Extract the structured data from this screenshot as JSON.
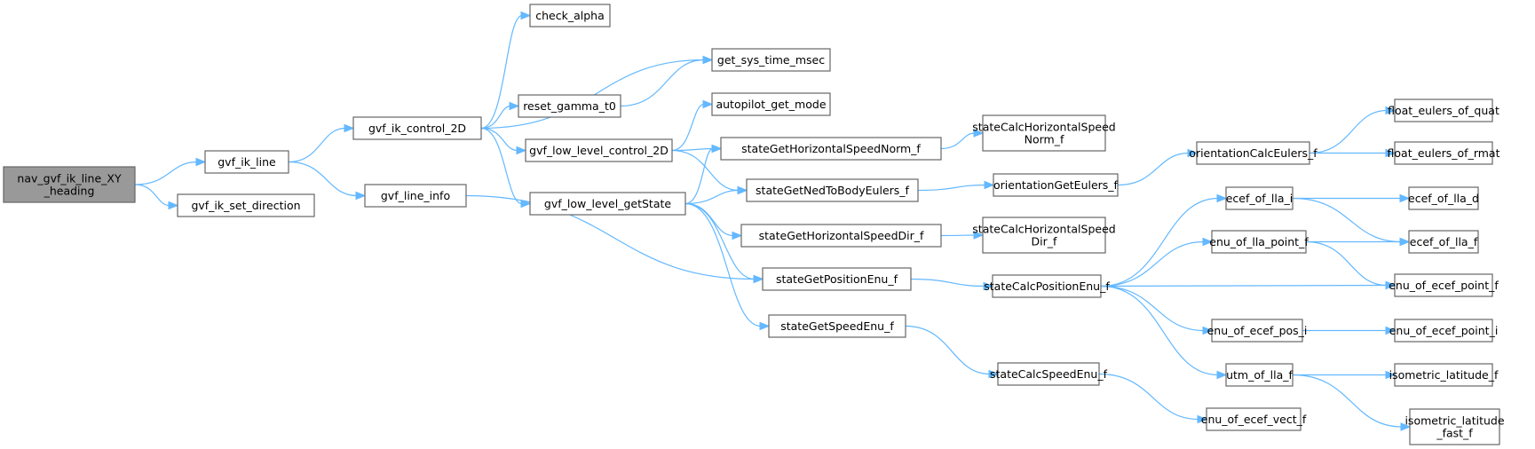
{
  "title": "Call graph: nav_gvf_ik_line_XY_heading",
  "colors": {
    "edge": "#63b8ff",
    "root_fill": "#999999",
    "node_border": "#666666"
  },
  "nodes": [
    {
      "id": "root",
      "lines": [
        "nav_gvf_ik_line_XY",
        "_heading"
      ],
      "root": true
    },
    {
      "id": "gvf_ik_line",
      "lines": [
        "gvf_ik_line"
      ]
    },
    {
      "id": "gvf_ik_set_direction",
      "lines": [
        "gvf_ik_set_direction"
      ]
    },
    {
      "id": "gvf_ik_control_2D",
      "lines": [
        "gvf_ik_control_2D"
      ]
    },
    {
      "id": "gvf_line_info",
      "lines": [
        "gvf_line_info"
      ]
    },
    {
      "id": "check_alpha",
      "lines": [
        "check_alpha"
      ]
    },
    {
      "id": "reset_gamma_t0",
      "lines": [
        "reset_gamma_t0"
      ]
    },
    {
      "id": "gvf_low_level_control_2D",
      "lines": [
        "gvf_low_level_control_2D"
      ]
    },
    {
      "id": "gvf_low_level_getState",
      "lines": [
        "gvf_low_level_getState"
      ]
    },
    {
      "id": "get_sys_time_msec",
      "lines": [
        "get_sys_time_msec"
      ]
    },
    {
      "id": "autopilot_get_mode",
      "lines": [
        "autopilot_get_mode"
      ]
    },
    {
      "id": "stateGetHorizontalSpeedNorm_f",
      "lines": [
        "stateGetHorizontalSpeedNorm_f"
      ]
    },
    {
      "id": "stateGetNedToBodyEulers_f",
      "lines": [
        "stateGetNedToBodyEulers_f"
      ]
    },
    {
      "id": "stateGetHorizontalSpeedDir_f",
      "lines": [
        "stateGetHorizontalSpeedDir_f"
      ]
    },
    {
      "id": "stateGetPositionEnu_f",
      "lines": [
        "stateGetPositionEnu_f"
      ]
    },
    {
      "id": "stateGetSpeedEnu_f",
      "lines": [
        "stateGetSpeedEnu_f"
      ]
    },
    {
      "id": "stateCalcHorizontalSpeedNorm_f",
      "lines": [
        "stateCalcHorizontalSpeed",
        "Norm_f"
      ]
    },
    {
      "id": "orientationGetEulers_f",
      "lines": [
        "orientationGetEulers_f"
      ]
    },
    {
      "id": "stateCalcHorizontalSpeedDir_f",
      "lines": [
        "stateCalcHorizontalSpeed",
        "Dir_f"
      ]
    },
    {
      "id": "stateCalcPositionEnu_f",
      "lines": [
        "stateCalcPositionEnu_f"
      ]
    },
    {
      "id": "stateCalcSpeedEnu_f",
      "lines": [
        "stateCalcSpeedEnu_f"
      ]
    },
    {
      "id": "orientationCalcEulers_f",
      "lines": [
        "orientationCalcEulers_f"
      ]
    },
    {
      "id": "ecef_of_lla_i",
      "lines": [
        "ecef_of_lla_i"
      ]
    },
    {
      "id": "enu_of_lla_point_f",
      "lines": [
        "enu_of_lla_point_f"
      ]
    },
    {
      "id": "enu_of_ecef_pos_i",
      "lines": [
        "enu_of_ecef_pos_i"
      ]
    },
    {
      "id": "utm_of_lla_f",
      "lines": [
        "utm_of_lla_f"
      ]
    },
    {
      "id": "enu_of_ecef_vect_f",
      "lines": [
        "enu_of_ecef_vect_f"
      ]
    },
    {
      "id": "float_eulers_of_quat",
      "lines": [
        "float_eulers_of_quat"
      ]
    },
    {
      "id": "float_eulers_of_rmat",
      "lines": [
        "float_eulers_of_rmat"
      ]
    },
    {
      "id": "ecef_of_lla_d",
      "lines": [
        "ecef_of_lla_d"
      ]
    },
    {
      "id": "ecef_of_lla_f",
      "lines": [
        "ecef_of_lla_f"
      ]
    },
    {
      "id": "enu_of_ecef_point_f",
      "lines": [
        "enu_of_ecef_point_f"
      ]
    },
    {
      "id": "enu_of_ecef_point_i",
      "lines": [
        "enu_of_ecef_point_i"
      ]
    },
    {
      "id": "isometric_latitude_f",
      "lines": [
        "isometric_latitude_f"
      ]
    },
    {
      "id": "isometric_latitude_fast_f",
      "lines": [
        "isometric_latitude",
        "_fast_f"
      ]
    }
  ],
  "edges": [
    [
      "root",
      "gvf_ik_line"
    ],
    [
      "root",
      "gvf_ik_set_direction"
    ],
    [
      "gvf_ik_line",
      "gvf_ik_control_2D"
    ],
    [
      "gvf_ik_line",
      "gvf_line_info"
    ],
    [
      "gvf_ik_control_2D",
      "check_alpha"
    ],
    [
      "gvf_ik_control_2D",
      "get_sys_time_msec"
    ],
    [
      "gvf_ik_control_2D",
      "reset_gamma_t0"
    ],
    [
      "gvf_ik_control_2D",
      "gvf_low_level_control_2D"
    ],
    [
      "gvf_ik_control_2D",
      "gvf_low_level_getState"
    ],
    [
      "gvf_line_info",
      "stateGetPositionEnu_f"
    ],
    [
      "reset_gamma_t0",
      "get_sys_time_msec"
    ],
    [
      "gvf_low_level_control_2D",
      "autopilot_get_mode"
    ],
    [
      "gvf_low_level_control_2D",
      "stateGetHorizontalSpeedNorm_f"
    ],
    [
      "gvf_low_level_control_2D",
      "stateGetNedToBodyEulers_f"
    ],
    [
      "gvf_low_level_getState",
      "stateGetHorizontalSpeedNorm_f"
    ],
    [
      "gvf_low_level_getState",
      "stateGetNedToBodyEulers_f"
    ],
    [
      "gvf_low_level_getState",
      "stateGetHorizontalSpeedDir_f"
    ],
    [
      "gvf_low_level_getState",
      "stateGetPositionEnu_f"
    ],
    [
      "gvf_low_level_getState",
      "stateGetSpeedEnu_f"
    ],
    [
      "stateGetHorizontalSpeedNorm_f",
      "stateCalcHorizontalSpeedNorm_f"
    ],
    [
      "stateGetNedToBodyEulers_f",
      "orientationGetEulers_f"
    ],
    [
      "stateGetHorizontalSpeedDir_f",
      "stateCalcHorizontalSpeedDir_f"
    ],
    [
      "stateGetPositionEnu_f",
      "stateCalcPositionEnu_f"
    ],
    [
      "stateGetSpeedEnu_f",
      "stateCalcSpeedEnu_f"
    ],
    [
      "orientationGetEulers_f",
      "orientationCalcEulers_f"
    ],
    [
      "orientationCalcEulers_f",
      "float_eulers_of_quat"
    ],
    [
      "orientationCalcEulers_f",
      "float_eulers_of_rmat"
    ],
    [
      "stateCalcPositionEnu_f",
      "ecef_of_lla_i"
    ],
    [
      "stateCalcPositionEnu_f",
      "enu_of_lla_point_f"
    ],
    [
      "stateCalcPositionEnu_f",
      "enu_of_ecef_point_f"
    ],
    [
      "stateCalcPositionEnu_f",
      "enu_of_ecef_pos_i"
    ],
    [
      "stateCalcPositionEnu_f",
      "utm_of_lla_f"
    ],
    [
      "stateCalcSpeedEnu_f",
      "enu_of_ecef_vect_f"
    ],
    [
      "ecef_of_lla_i",
      "ecef_of_lla_d"
    ],
    [
      "ecef_of_lla_i",
      "ecef_of_lla_f"
    ],
    [
      "enu_of_lla_point_f",
      "ecef_of_lla_f"
    ],
    [
      "enu_of_lla_point_f",
      "enu_of_ecef_point_f"
    ],
    [
      "enu_of_ecef_pos_i",
      "enu_of_ecef_point_i"
    ],
    [
      "utm_of_lla_f",
      "isometric_latitude_f"
    ],
    [
      "utm_of_lla_f",
      "isometric_latitude_fast_f"
    ]
  ]
}
